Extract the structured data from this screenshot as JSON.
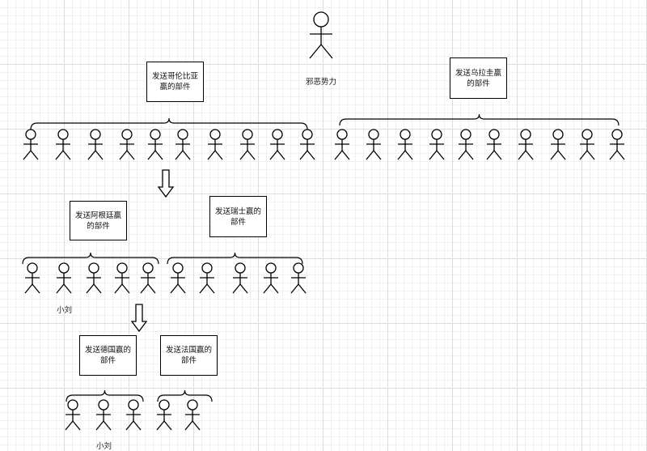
{
  "boss": {
    "label": "邪恶势力"
  },
  "groups": [
    {
      "id": "colombia",
      "label": "发送哥伦比亚赢的部件"
    },
    {
      "id": "uruguay",
      "label": "发送乌拉圭赢的部件"
    },
    {
      "id": "argentina",
      "label": "发送阿根廷赢的部件"
    },
    {
      "id": "switzerland",
      "label": "发送瑞士赢的部件"
    },
    {
      "id": "germany",
      "label": "发送德国赢的部件"
    },
    {
      "id": "france",
      "label": "发送法国赢的部件"
    }
  ],
  "actor_labels": {
    "argentina_second": "小刘",
    "germany_second": "小刘"
  }
}
